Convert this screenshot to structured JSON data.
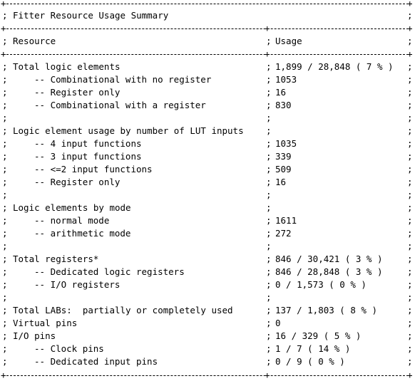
{
  "title": "Fitter Resource Usage Summary",
  "header": {
    "resource": "Resource",
    "usage": "Usage"
  },
  "rows": [
    {
      "resource": "Total logic elements",
      "usage": "1,899 / 28,848 ( 7 % )",
      "indent": false,
      "spacer": false
    },
    {
      "resource": "-- Combinational with no register",
      "usage": "1053",
      "indent": true,
      "spacer": false
    },
    {
      "resource": "-- Register only",
      "usage": "16",
      "indent": true,
      "spacer": false
    },
    {
      "resource": "-- Combinational with a register",
      "usage": "830",
      "indent": true,
      "spacer": false
    },
    {
      "resource": "",
      "usage": "",
      "indent": false,
      "spacer": true
    },
    {
      "resource": "Logic element usage by number of LUT inputs",
      "usage": "",
      "indent": false,
      "spacer": false
    },
    {
      "resource": "-- 4 input functions",
      "usage": "1035",
      "indent": true,
      "spacer": false
    },
    {
      "resource": "-- 3 input functions",
      "usage": "339",
      "indent": true,
      "spacer": false
    },
    {
      "resource": "-- <=2 input functions",
      "usage": "509",
      "indent": true,
      "spacer": false
    },
    {
      "resource": "-- Register only",
      "usage": "16",
      "indent": true,
      "spacer": false
    },
    {
      "resource": "",
      "usage": "",
      "indent": false,
      "spacer": true
    },
    {
      "resource": "Logic elements by mode",
      "usage": "",
      "indent": false,
      "spacer": false
    },
    {
      "resource": "-- normal mode",
      "usage": "1611",
      "indent": true,
      "spacer": false
    },
    {
      "resource": "-- arithmetic mode",
      "usage": "272",
      "indent": true,
      "spacer": false
    },
    {
      "resource": "",
      "usage": "",
      "indent": false,
      "spacer": true
    },
    {
      "resource": "Total registers*",
      "usage": "846 / 30,421 ( 3 % )",
      "indent": false,
      "spacer": false
    },
    {
      "resource": "-- Dedicated logic registers",
      "usage": "846 / 28,848 ( 3 % )",
      "indent": true,
      "spacer": false
    },
    {
      "resource": "-- I/O registers",
      "usage": "0 / 1,573 ( 0 % )",
      "indent": true,
      "spacer": false
    },
    {
      "resource": "",
      "usage": "",
      "indent": false,
      "spacer": true
    },
    {
      "resource": "Total LABs:  partially or completely used",
      "usage": "137 / 1,803 ( 8 % )",
      "indent": false,
      "spacer": false
    },
    {
      "resource": "Virtual pins",
      "usage": "0",
      "indent": false,
      "spacer": false
    },
    {
      "resource": "I/O pins",
      "usage": "16 / 329 ( 5 % )",
      "indent": false,
      "spacer": false
    },
    {
      "resource": "-- Clock pins",
      "usage": "1 / 7 ( 14 % )",
      "indent": true,
      "spacer": false
    },
    {
      "resource": "-- Dedicated input pins",
      "usage": "0 / 9 ( 0 % )",
      "indent": true,
      "spacer": false
    }
  ]
}
